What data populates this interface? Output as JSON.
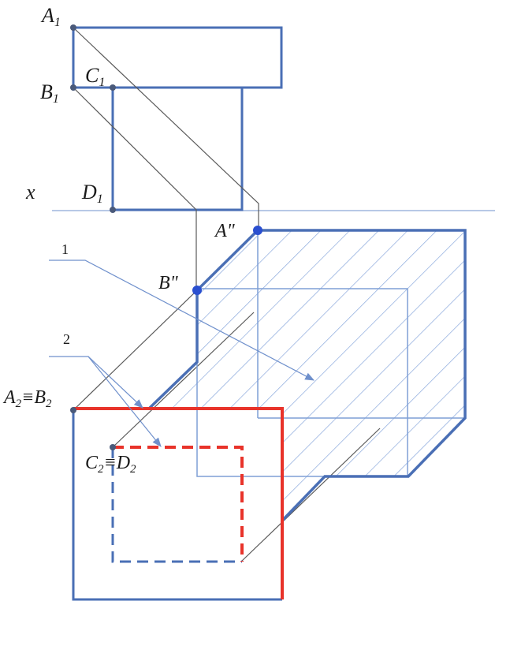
{
  "labels": {
    "a1": "A",
    "a1_sub": "1",
    "b1": "B",
    "b1_sub": "1",
    "c1": "C",
    "c1_sub": "1",
    "d1": "D",
    "d1_sub": "1",
    "x_axis": "x",
    "a_double_prime": "A\"",
    "b_double_prime": "B\"",
    "a2b2": "A",
    "a2b2_sub1": "2",
    "a2b2_mid": "≡B",
    "a2b2_sub2": "2",
    "c2d2": "C",
    "c2d2_sub1": "2",
    "c2d2_mid": "≡D",
    "c2d2_sub2": "2",
    "callout_1": "1",
    "callout_2": "2"
  },
  "colors": {
    "blue": "#4a6fb5",
    "light_blue": "#7f9fd6",
    "hatch": "#8aa8dc",
    "red": "#e8332a",
    "thin": "#5a5a5a",
    "axis": "#9fb6de",
    "point": "#2a4fd0"
  }
}
